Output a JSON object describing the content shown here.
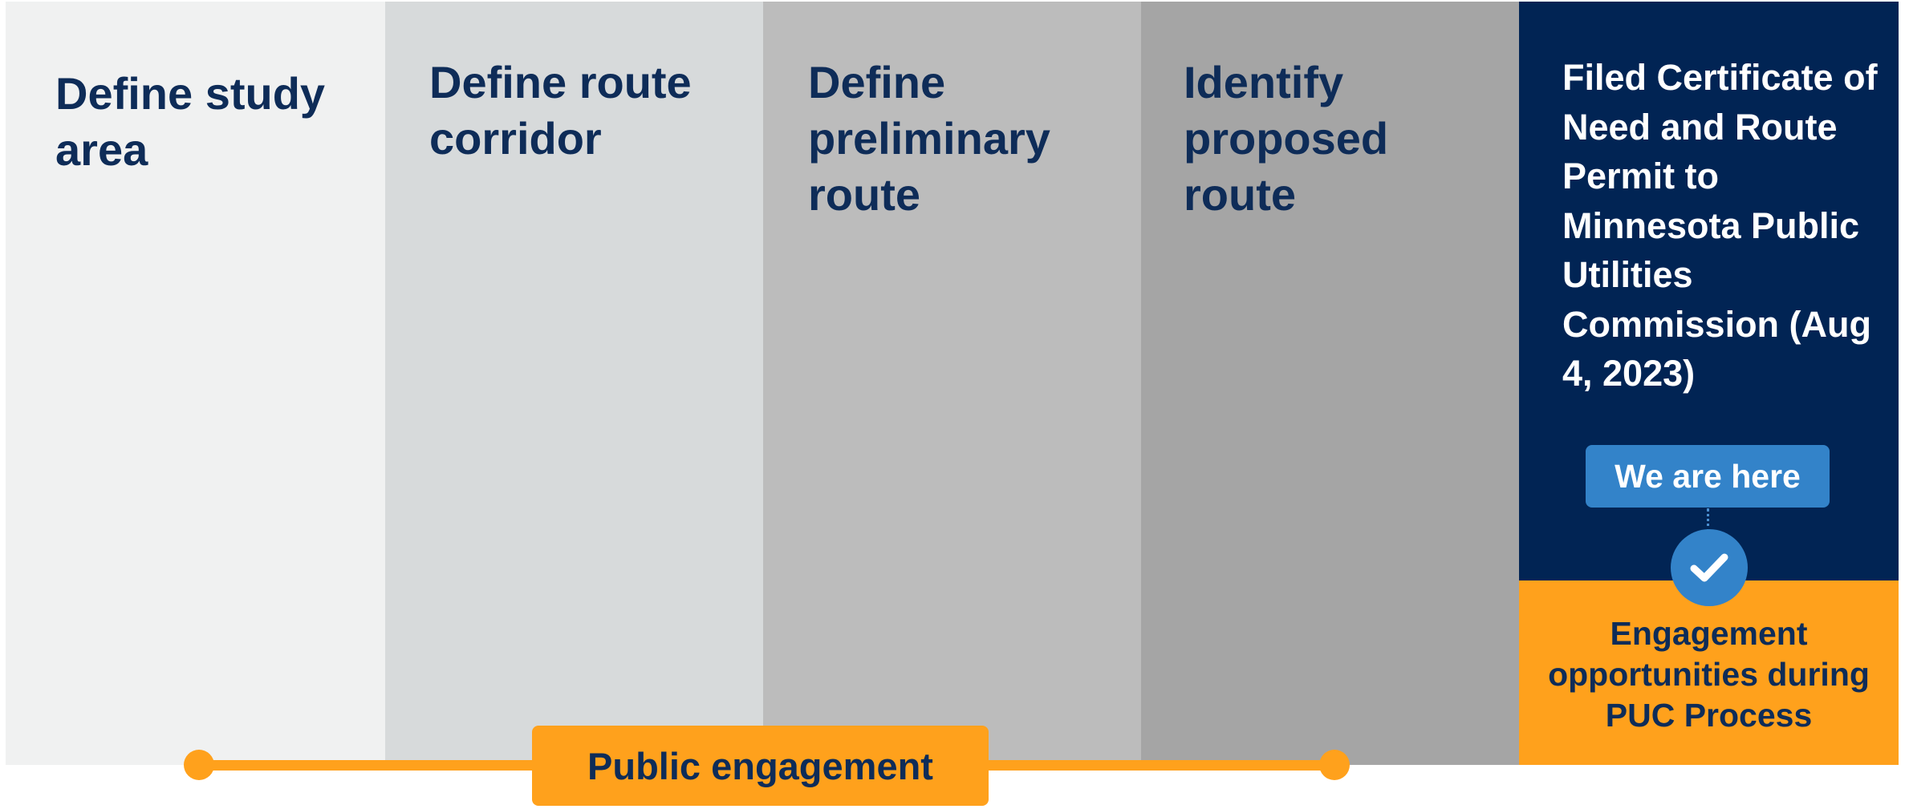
{
  "stages": [
    {
      "label": "Define study area",
      "bg": "#f0f1f1"
    },
    {
      "label": "Define route corridor",
      "bg": "#d7dadb"
    },
    {
      "label": "Define preliminary route",
      "bg": "#bcbcbc"
    },
    {
      "label": "Identify proposed route",
      "bg": "#a5a5a5"
    },
    {
      "label": "Filed Certificate of Need and Route Permit to Minnesota Public Utilities Commission (Aug 4, 2023)",
      "bg": "#012454"
    }
  ],
  "current_marker": {
    "label": "We are here",
    "icon": "check-icon",
    "color": "#3383c9"
  },
  "puc_engagement": {
    "label": "Engagement opportunities during PUC Process",
    "bg": "#ffa11c"
  },
  "public_engagement": {
    "label": "Public engagement",
    "color": "#ffa11c"
  },
  "colors": {
    "title_text": "#0e2c58",
    "accent": "#ffa11c"
  }
}
